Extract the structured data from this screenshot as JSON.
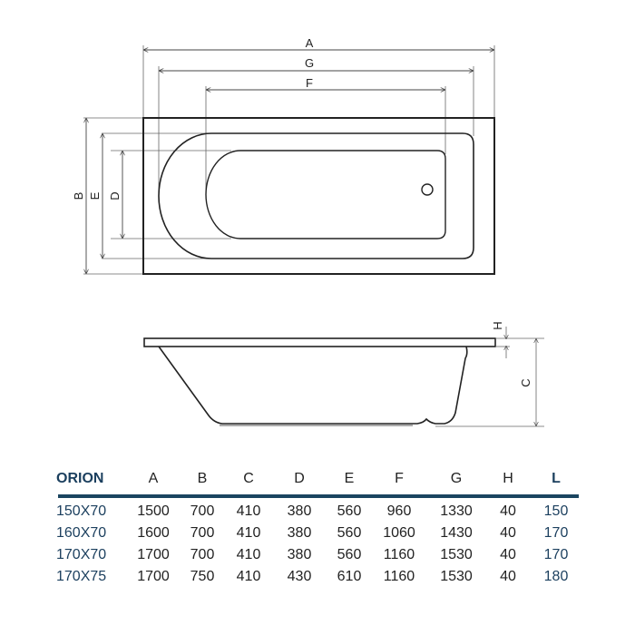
{
  "diagram": {
    "top_view_labels": {
      "A": "A",
      "G": "G",
      "F": "F",
      "B": "B",
      "E": "E",
      "D": "D"
    },
    "side_view_labels": {
      "H": "H",
      "C": "C"
    }
  },
  "table": {
    "header": {
      "model": "ORION",
      "cols": [
        "A",
        "B",
        "C",
        "D",
        "E",
        "F",
        "G",
        "H",
        "L"
      ]
    },
    "accent_color": "#1b3f5e",
    "rows": [
      {
        "model": "150X70",
        "values": [
          "1500",
          "700",
          "410",
          "380",
          "560",
          "960",
          "1330",
          "40",
          "150"
        ]
      },
      {
        "model": "160X70",
        "values": [
          "1600",
          "700",
          "410",
          "380",
          "560",
          "1060",
          "1430",
          "40",
          "170"
        ]
      },
      {
        "model": "170X70",
        "values": [
          "1700",
          "700",
          "410",
          "380",
          "560",
          "1160",
          "1530",
          "40",
          "170"
        ]
      },
      {
        "model": "170X75",
        "values": [
          "1700",
          "750",
          "410",
          "430",
          "610",
          "1160",
          "1530",
          "40",
          "180"
        ]
      }
    ]
  }
}
